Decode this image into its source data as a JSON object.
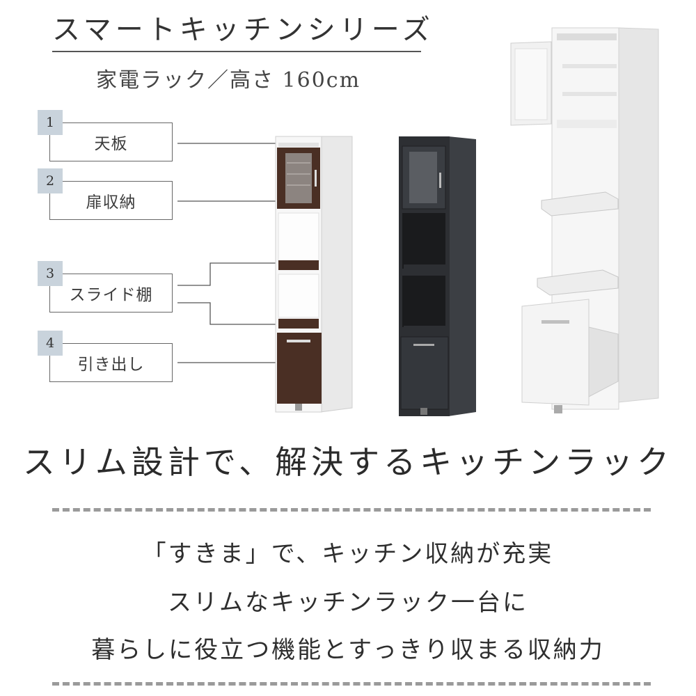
{
  "header": {
    "title": "スマートキッチンシリーズ",
    "subtitle": "家電ラック／高さ 160cm"
  },
  "parts": [
    {
      "number": "1",
      "label": "天板"
    },
    {
      "number": "2",
      "label": "扉収納"
    },
    {
      "number": "3",
      "label": "スライド棚"
    },
    {
      "number": "4",
      "label": "引き出し"
    }
  ],
  "tagline": "スリム設計で、解決するキッチンラック",
  "description": [
    "「すきま」で、キッチン収納が充実",
    "スリムなキッチンラック一台に",
    "暮らしに役立つ機能とすっきり収まる収納力"
  ],
  "colors": {
    "badge": "#c9d3dc",
    "walnut": "#4a2f24",
    "charcoal": "#2d2f33",
    "white_body": "#f4f4f4"
  }
}
